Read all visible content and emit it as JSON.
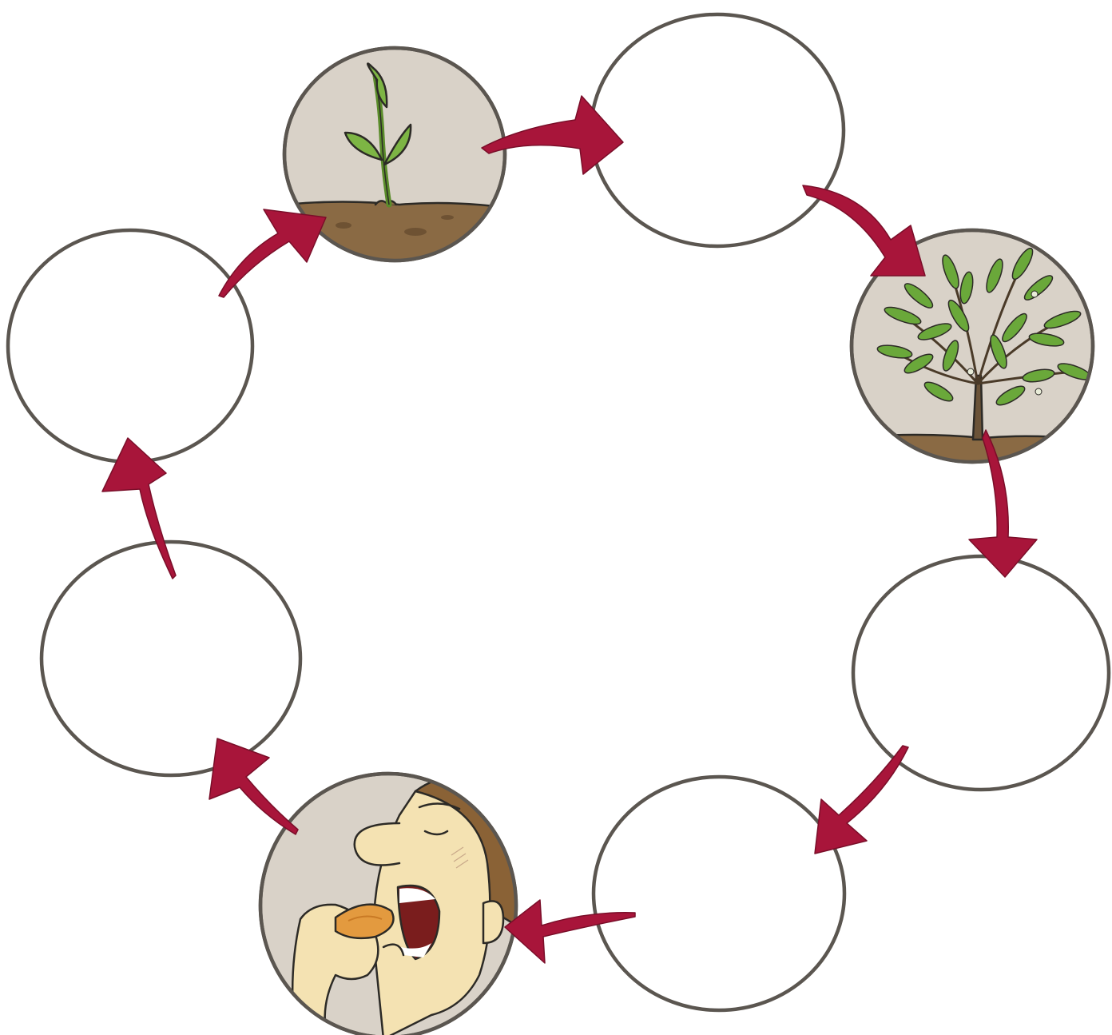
{
  "diagram": {
    "type": "cycle",
    "colors": {
      "arrow": "#a8153a",
      "circle_outline": "#5b5650",
      "illustrated_background": "#d9d2c8",
      "soil": "#8a6a44",
      "leaf": "#6aa83a"
    },
    "stages": [
      {
        "id": "seedling",
        "picture": "sprouting-seedling-icon",
        "filled": true
      },
      {
        "id": "blank-top-right",
        "picture": null,
        "filled": false
      },
      {
        "id": "olive-tree",
        "picture": "olive-tree-icon",
        "filled": true
      },
      {
        "id": "blank-right",
        "picture": null,
        "filled": false
      },
      {
        "id": "blank-bottom-right",
        "picture": null,
        "filled": false
      },
      {
        "id": "person-eating",
        "picture": "person-eating-olive-icon",
        "filled": true
      },
      {
        "id": "blank-left-lower",
        "picture": null,
        "filled": false
      },
      {
        "id": "blank-left-upper",
        "picture": null,
        "filled": false
      }
    ],
    "arrows": [
      {
        "from": "seedling",
        "to": "blank-top-right"
      },
      {
        "from": "blank-top-right",
        "to": "olive-tree"
      },
      {
        "from": "olive-tree",
        "to": "blank-right"
      },
      {
        "from": "blank-right",
        "to": "blank-bottom-right"
      },
      {
        "from": "blank-bottom-right",
        "to": "person-eating"
      },
      {
        "from": "person-eating",
        "to": "blank-left-lower"
      },
      {
        "from": "blank-left-lower",
        "to": "blank-left-upper"
      },
      {
        "from": "blank-left-upper",
        "to": "seedling"
      }
    ]
  }
}
